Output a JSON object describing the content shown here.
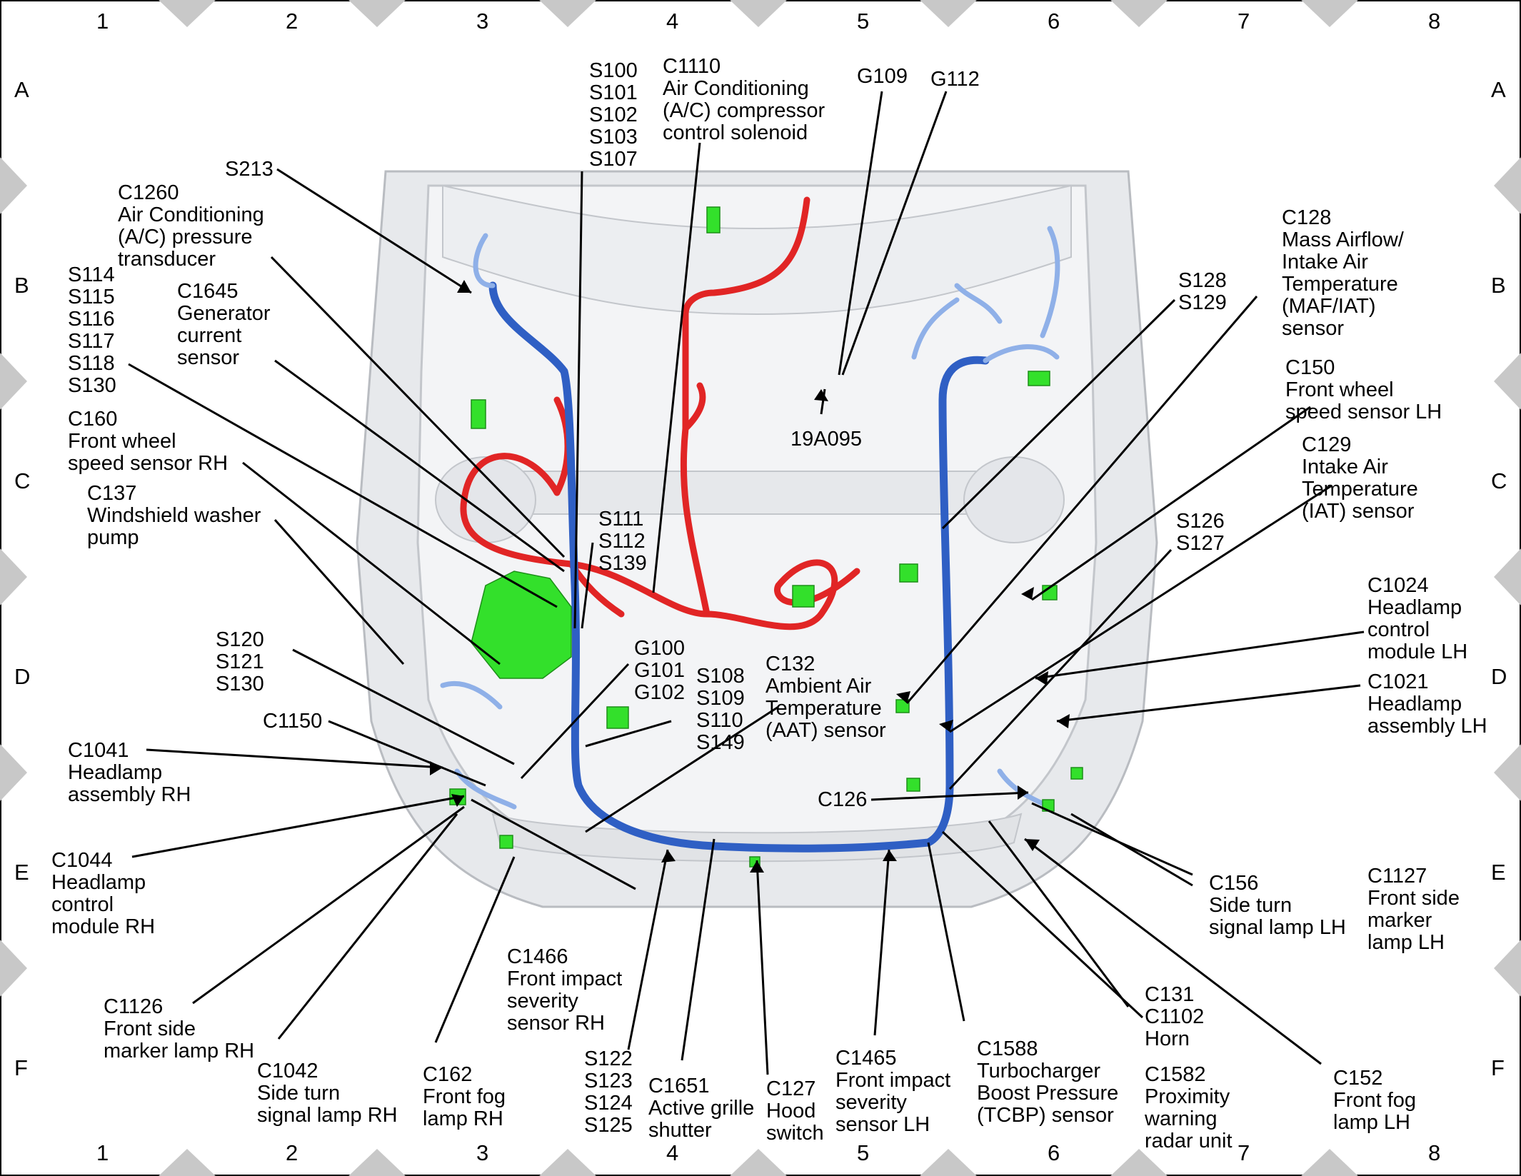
{
  "grid": {
    "columns": [
      "1",
      "2",
      "3",
      "4",
      "5",
      "6",
      "7",
      "8"
    ],
    "rows": [
      "A",
      "B",
      "C",
      "D",
      "E",
      "F"
    ]
  },
  "colors": {
    "harness_blue": "#2f5fc4",
    "harness_light_blue": "#8fb0e8",
    "harness_red": "#e12525",
    "connector_green": "#33e02b",
    "body_gray": "#d9dce0",
    "leader": "#000000"
  },
  "labels": {
    "s100": "S100\nS101\nS102\nS103\nS107",
    "c1110": "C1110\nAir Conditioning\n(A/C) compressor\ncontrol solenoid",
    "g109": "G109",
    "g112": "G112",
    "s213": "S213",
    "c1260": "C1260\nAir Conditioning\n(A/C) pressure\ntransducer",
    "s114": "S114\nS115\nS116\nS117\nS118\nS130",
    "c1645": "C1645\nGenerator\ncurrent\nsensor",
    "c160": "C160\nFront wheel\nspeed sensor RH",
    "c137": "C137\nWindshield washer\npump",
    "s111": "S111\nS112\nS139",
    "a19": "19A095",
    "c128": "C128\nMass Airflow/\nIntake Air\nTemperature\n(MAF/IAT)\nsensor",
    "s128": "S128\nS129",
    "c150": "C150\nFront wheel\nspeed sensor LH",
    "c129": "C129\nIntake Air\nTemperature\n(IAT) sensor",
    "s126": "S126\nS127",
    "c1024": "C1024\nHeadlamp\ncontrol\nmodule LH",
    "c1021": "C1021\nHeadlamp\nassembly LH",
    "s120": "S120\nS121\nS130",
    "g100": "G100\nG101\nG102",
    "s108": "S108\nS109\nS110\nS149",
    "c132": "C132\nAmbient Air\nTemperature\n(AAT) sensor",
    "c1150": "C1150",
    "c1041": "C1041\nHeadlamp\nassembly RH",
    "c1044": "C1044\nHeadlamp\ncontrol\nmodule RH",
    "c126": "C126",
    "c156": "C156\nSide turn\nsignal lamp LH",
    "c1127": "C1127\nFront side\nmarker\nlamp LH",
    "c1466": "C1466\nFront impact\nseverity\nsensor RH",
    "c1126": "C1126\nFront side\nmarker lamp RH",
    "c1042": "C1042\nSide turn\nsignal lamp RH",
    "c162": "C162\nFront fog\nlamp RH",
    "s122": "S122\nS123\nS124\nS125",
    "c1651": "C1651\nActive grille\nshutter",
    "c127": "C127\nHood\nswitch",
    "c1465": "C1465\nFront impact\nseverity\nsensor LH",
    "c1588": "C1588\nTurbocharger\nBoost Pressure\n(TCBP) sensor",
    "c131": "C131\nC1102\nHorn",
    "c1582": "C1582\nProximity\nwarning\nradar unit",
    "c152": "C152\nFront fog\nlamp LH"
  }
}
